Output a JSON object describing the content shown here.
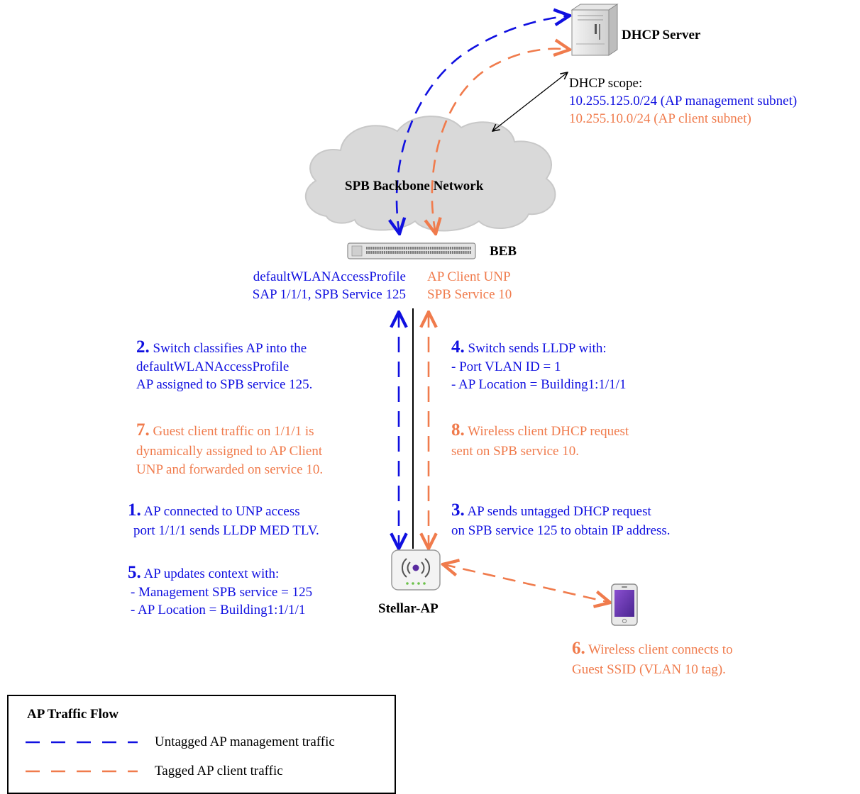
{
  "dhcp_server": {
    "label": "DHCP Server",
    "scope_title": "DHCP scope:",
    "scope_mgmt": "10.255.125.0/24 (AP management subnet)",
    "scope_client": "10.255.10.0/24 (AP client subnet)"
  },
  "cloud": {
    "label": "SPB Backbone Network"
  },
  "beb": {
    "label": "BEB",
    "left_line1": "defaultWLANAccessProfile",
    "left_line2": "SAP 1/1/1, SPB Service 125",
    "right_line1": "AP Client UNP",
    "right_line2": "SPB Service 10"
  },
  "steps": {
    "s1": {
      "num": "1.",
      "line1": "AP connected to UNP access",
      "line2": "port 1/1/1 sends LLDP MED TLV."
    },
    "s2": {
      "num": "2.",
      "line1": "Switch classifies AP into the",
      "line2": "defaultWLANAccessProfile",
      "line3": "AP assigned to SPB service 125."
    },
    "s3": {
      "num": "3.",
      "line1": "AP sends untagged DHCP request",
      "line2": "on SPB service 125 to obtain IP address."
    },
    "s4": {
      "num": "4.",
      "line1": "Switch sends LLDP with:",
      "line2": "- Port VLAN ID = 1",
      "line3": "- AP Location = Building1:1/1/1"
    },
    "s5": {
      "num": "5.",
      "line1": "AP updates context with:",
      "line2": "- Management SPB service = 125",
      "line3": "- AP Location = Building1:1/1/1"
    },
    "s6": {
      "num": "6.",
      "line1": "Wireless client connects to",
      "line2": "Guest SSID (VLAN 10 tag)."
    },
    "s7": {
      "num": "7.",
      "line1": "Guest client traffic on 1/1/1 is",
      "line2": "dynamically assigned to AP Client",
      "line3": "UNP and forwarded on service 10."
    },
    "s8": {
      "num": "8.",
      "line1": "Wireless client DHCP request",
      "line2": "sent on SPB service 10."
    }
  },
  "ap": {
    "label": "Stellar-AP"
  },
  "legend": {
    "title": "AP Traffic Flow",
    "items": [
      {
        "label": "Untagged AP management traffic",
        "color": "#1010e0"
      },
      {
        "label": "Tagged AP client traffic",
        "color": "#f07b4c"
      }
    ]
  },
  "colors": {
    "management": "#1010e0",
    "client": "#f07b4c",
    "cloud": "#d8d8d8"
  }
}
